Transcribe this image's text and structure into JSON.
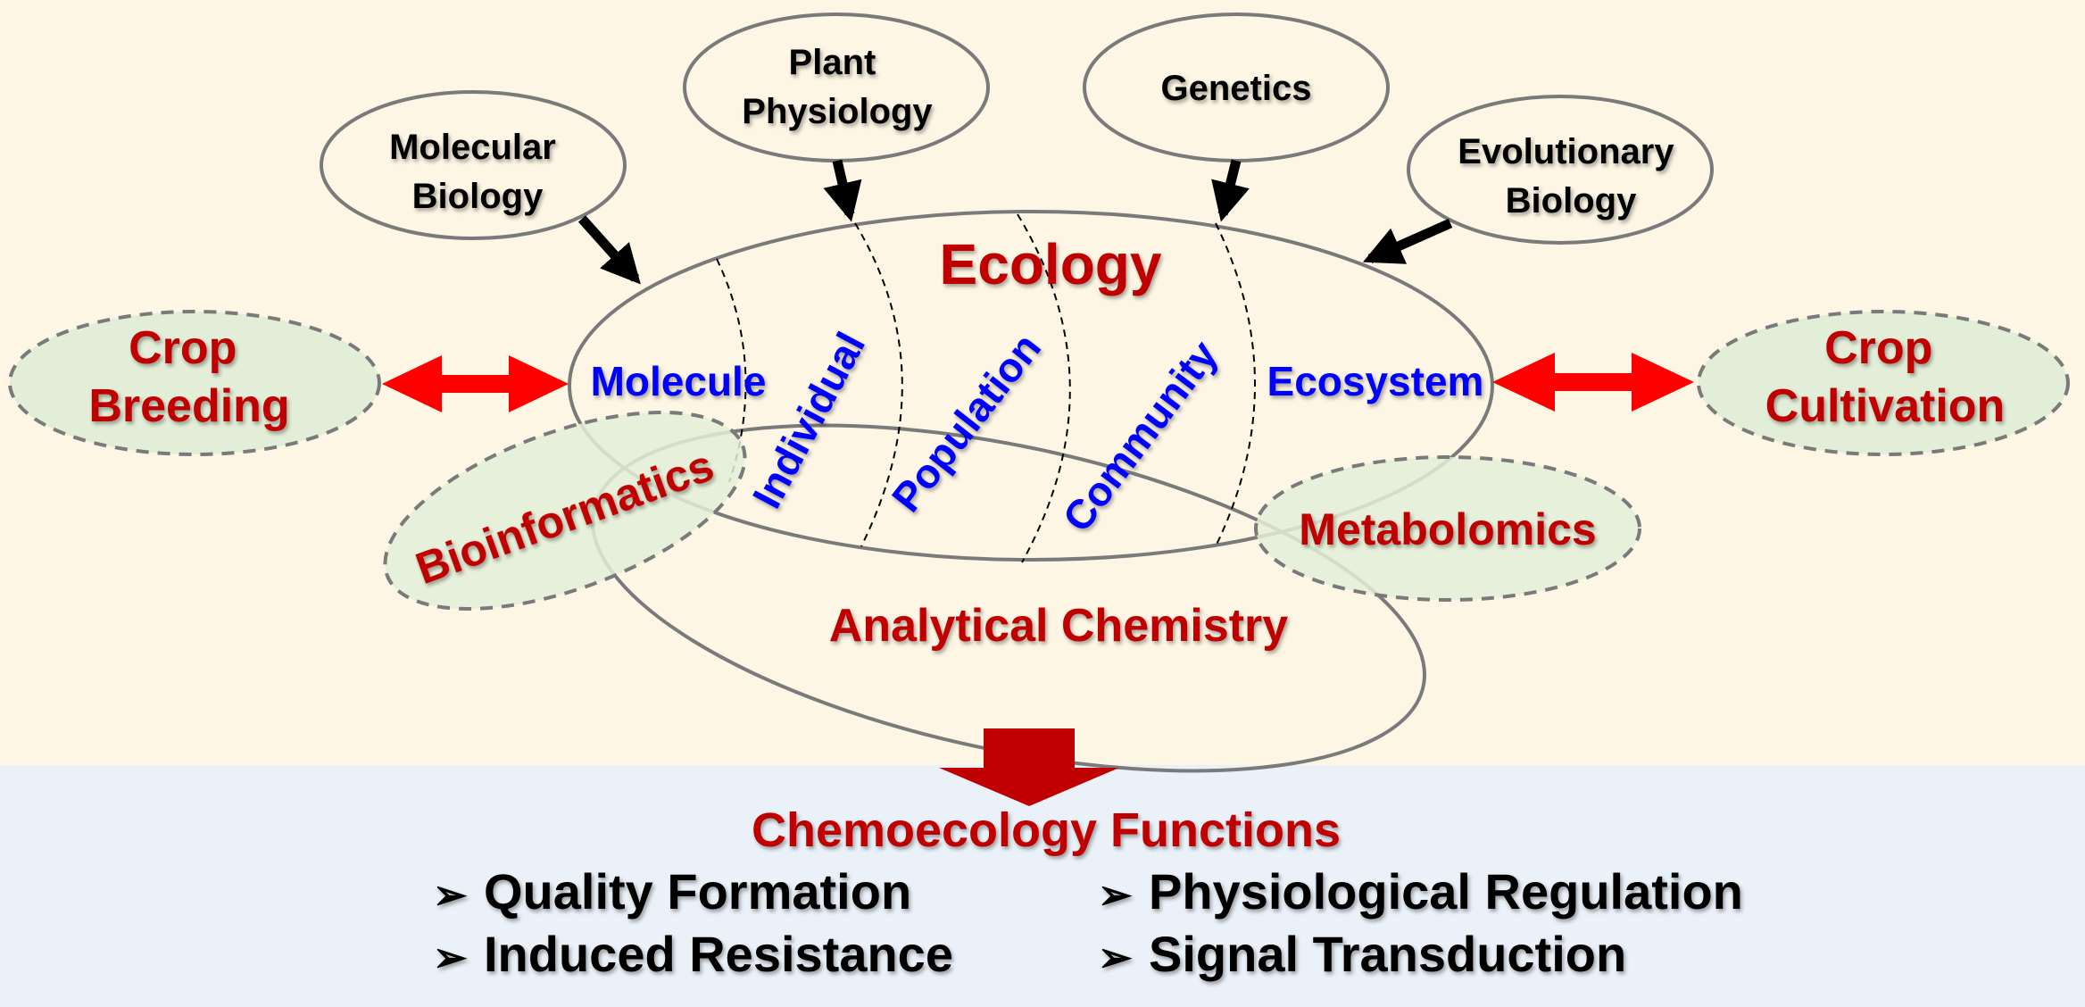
{
  "colors": {
    "top_background": "#fdf6e4",
    "bottom_background": "#eaf1f8",
    "dark_red": "#c00000",
    "bright_red": "#ff0000",
    "blue": "#0000ff",
    "black": "#000000",
    "green_fill": "#e3eed8",
    "outline_gray": "#707070"
  },
  "disciplines": {
    "molecular_biology": [
      "Molecular",
      "Biology"
    ],
    "plant_physiology": [
      "Plant",
      "Physiology"
    ],
    "genetics": "Genetics",
    "evolutionary_biology": [
      "Evolutionary",
      "Biology"
    ]
  },
  "ecology": {
    "title": "Ecology",
    "levels": {
      "molecule": "Molecule",
      "individual": "Individual",
      "population": "Population",
      "community": "Community",
      "ecosystem": "Ecosystem"
    }
  },
  "applications": {
    "crop_breeding": [
      "Crop",
      "Breeding"
    ],
    "crop_cultivation": [
      "Crop",
      "Cultivation"
    ]
  },
  "tools": {
    "bioinformatics": "Bioinformatics",
    "metabolomics": "Metabolomics",
    "analytical_chemistry": "Analytical Chemistry"
  },
  "functions": {
    "title": "Chemoecology Functions",
    "bullet": "➢",
    "items": [
      "Quality Formation",
      "Physiological Regulation",
      "Induced Resistance",
      "Signal Transduction"
    ]
  }
}
